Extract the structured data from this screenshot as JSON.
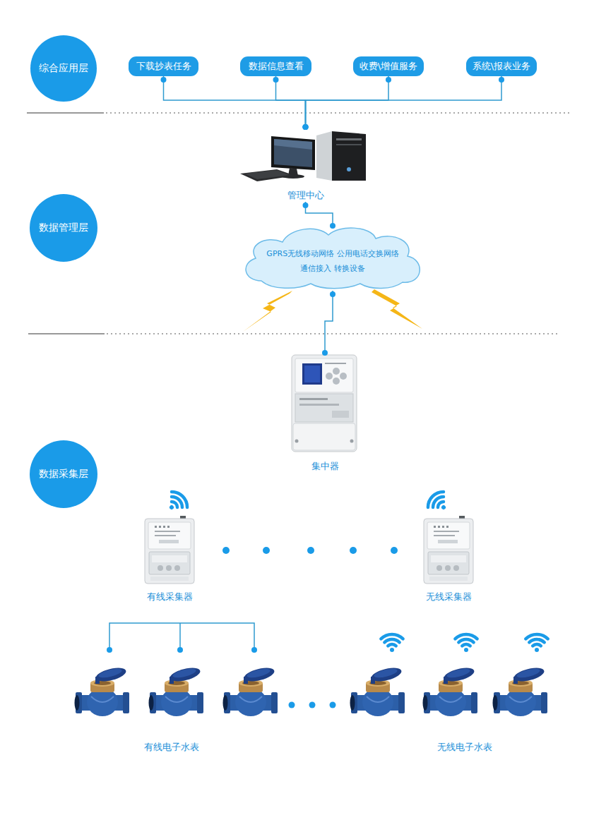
{
  "diagram": {
    "nodes": [
      {
        "text": [
          "综合应用层"
        ]
      },
      {
        "text": [
          "下载抄表任务"
        ]
      },
      {
        "text": [
          "数据信息查看"
        ]
      },
      {
        "text": [
          "收费\\增值服务"
        ]
      },
      {
        "text": [
          "系统\\报表业务"
        ]
      },
      {
        "text": [
          "管理中心"
        ]
      },
      {
        "text": [
          "数据管理层"
        ]
      },
      {
        "text": [
          "GPRS无线移动网络 公用电话交换网络",
          "通信接入 转换设备"
        ]
      },
      {
        "text": [
          "集中器"
        ]
      },
      {
        "text": [
          "数据采集层"
        ]
      },
      {
        "text": [
          "有线采集器"
        ]
      },
      {
        "text": [
          "无线采集器"
        ]
      }
    ],
    "edges": [
      {
        "from": 1,
        "to": 5,
        "arrow": "none"
      },
      {
        "from": 2,
        "to": 5,
        "arrow": "none"
      },
      {
        "from": 3,
        "to": 5,
        "arrow": "none"
      },
      {
        "from": 4,
        "to": 5,
        "arrow": "none"
      },
      {
        "from": 5,
        "to": 7,
        "arrow": "none"
      },
      {
        "from": 7,
        "to": 8,
        "arrow": "none"
      }
    ],
    "labels": [
      "有线电子水表",
      "无线电子水表"
    ]
  }
}
